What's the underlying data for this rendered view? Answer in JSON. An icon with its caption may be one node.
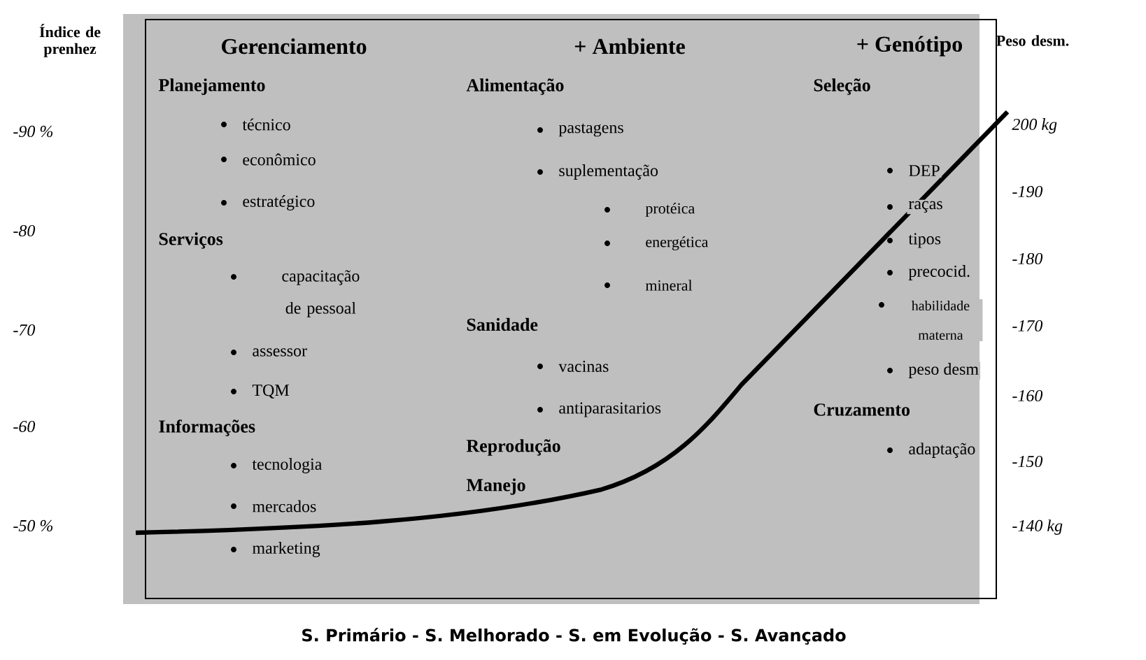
{
  "diagram": {
    "nodes": [
      {
        "text": [
          "Gerenciamento",
          "Planejamento",
          "técnico",
          "econômico",
          "estratégico",
          "Serviços",
          "capacitação de pessoal",
          "assessor",
          "TQM",
          "Informações",
          "tecnologia",
          "mercados",
          "marketing",
          "+ Ambiente",
          "Alimentação",
          "pastagens",
          "suplementação",
          "protéica",
          "energética",
          "mineral",
          "Sanidade",
          "vacinas",
          "antiparasitarios",
          "Reprodução",
          "Manejo",
          "+ Genótipo",
          "Seleção",
          "DEP",
          "raças",
          "tipos",
          "precocid.",
          "habilidade materna",
          "peso desm",
          "Cruzamento",
          "adaptação"
        ]
      }
    ],
    "labels": [
      "Índice de prenhez",
      "-90 %",
      "-80",
      "-70",
      "-60",
      "-50 %",
      "Peso desm.",
      "200 kg",
      "-190",
      "-180",
      "-170",
      "-160",
      "-150",
      "-140 kg",
      "S. Primário - S. Melhorado - S. em Evolução - S. Avançado"
    ]
  }
}
